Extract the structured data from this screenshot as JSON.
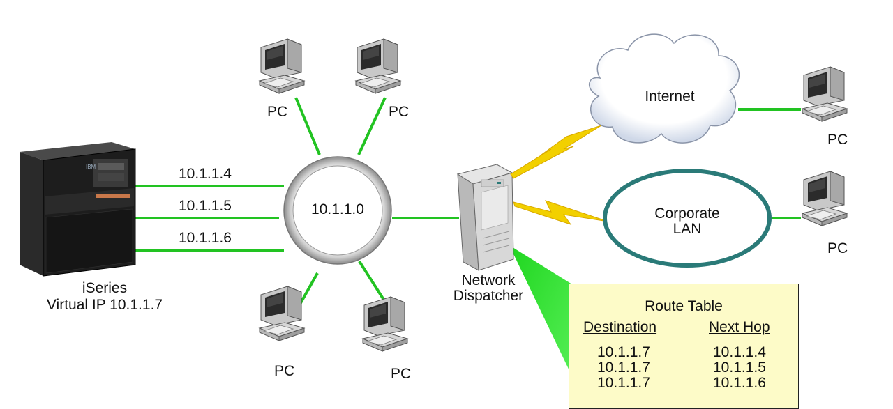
{
  "server": {
    "name": "iSeries",
    "vip_label": "Virtual IP 10.1.1.7"
  },
  "links": [
    "10.1.1.4",
    "10.1.1.5",
    "10.1.1.6"
  ],
  "hub": {
    "label": "10.1.1.0"
  },
  "pc_label": "PC",
  "dispatcher": {
    "line1": "Network",
    "line2": "Dispatcher"
  },
  "internet": {
    "label": "Internet"
  },
  "corporate_lan": {
    "line1": "Corporate",
    "line2": "LAN"
  },
  "route_table": {
    "title": "Route Table",
    "headers": [
      "Destination",
      "Next Hop"
    ],
    "rows": [
      [
        "10.1.1.7",
        "10.1.1.4"
      ],
      [
        "10.1.1.7",
        "10.1.1.5"
      ],
      [
        "10.1.1.7",
        "10.1.1.6"
      ]
    ]
  },
  "colors": {
    "link": "#22c322",
    "lan_ring": "#2a7a78",
    "table_bg": "#fdfbc8",
    "lightning": "#f2d000",
    "beam": "#22dd22"
  }
}
